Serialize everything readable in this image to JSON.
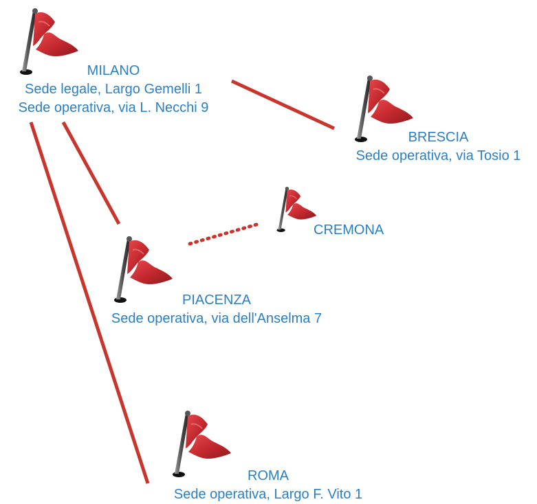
{
  "colors": {
    "line": "#c8352c",
    "flag": "#c0272d",
    "text": "#2a7fc3"
  },
  "icons": {
    "flag": "red-flag-icon"
  },
  "locations": {
    "milano": {
      "name": "MILANO",
      "line1": "Sede legale, Largo Gemelli 1",
      "line2": "Sede operativa, via L. Necchi 9"
    },
    "brescia": {
      "name": "BRESCIA",
      "line1": "Sede operativa, via Tosio 1"
    },
    "cremona": {
      "name": "CREMONA"
    },
    "piacenza": {
      "name": "PIACENZA",
      "line1": "Sede operativa, via dell'Anselma 7"
    },
    "roma": {
      "name": "ROMA",
      "line1": "Sede operativa, Largo F. Vito 1"
    }
  },
  "connections": [
    {
      "from": "MILANO",
      "to": "BRESCIA",
      "style": "solid"
    },
    {
      "from": "MILANO",
      "to": "PIACENZA",
      "style": "solid"
    },
    {
      "from": "MILANO",
      "to": "ROMA",
      "style": "solid"
    },
    {
      "from": "PIACENZA",
      "to": "CREMONA",
      "style": "dotted"
    }
  ]
}
